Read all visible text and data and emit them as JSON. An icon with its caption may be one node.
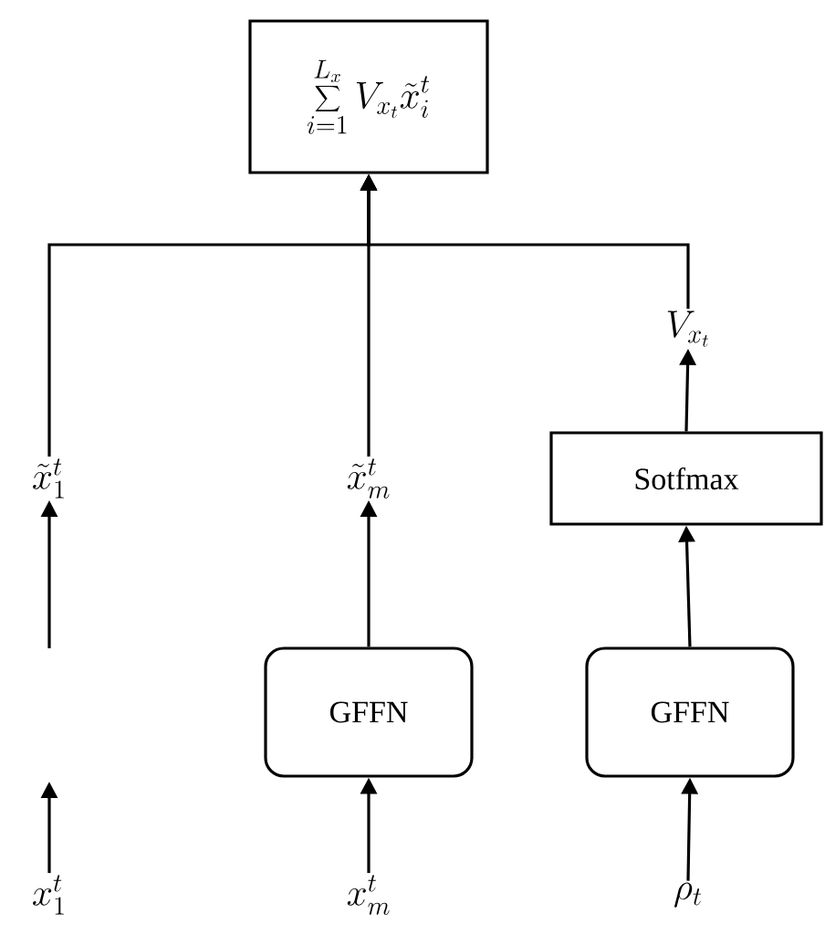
{
  "diagram": {
    "nodes": [
      {
        "text": [
          "\\sum_{i=1}^{L_x} V_{x_t}\\tilde{x}_i^t"
        ]
      },
      {
        "text": [
          "\\tilde{x}_1^t"
        ]
      },
      {
        "text": [
          "\\tilde{x}_m^t"
        ]
      },
      {
        "text": [
          "V_{x_t}"
        ]
      },
      {
        "text": [
          "Sotfmax"
        ]
      },
      {
        "text": [
          "GFFN"
        ]
      },
      {
        "text": [
          "GFFN"
        ]
      },
      {
        "text": [
          "x_1^t"
        ]
      },
      {
        "text": [
          "x_m^t"
        ]
      },
      {
        "text": [
          "\\rho_t"
        ]
      }
    ],
    "edges": [
      {
        "from": 1,
        "to": 0,
        "arrow": "to"
      },
      {
        "from": 2,
        "to": 0,
        "arrow": "to"
      },
      {
        "from": 3,
        "to": 0,
        "arrow": "to"
      },
      {
        "from": 7,
        "to": null,
        "arrow": "to"
      },
      {
        "from": null,
        "to": 1,
        "arrow": "to"
      },
      {
        "from": 8,
        "to": 5,
        "arrow": "to"
      },
      {
        "from": 5,
        "to": 2,
        "arrow": "to"
      },
      {
        "from": 9,
        "to": 6,
        "arrow": "to"
      },
      {
        "from": 6,
        "to": 4,
        "arrow": "to"
      },
      {
        "from": 4,
        "to": 3,
        "arrow": "to"
      }
    ]
  }
}
